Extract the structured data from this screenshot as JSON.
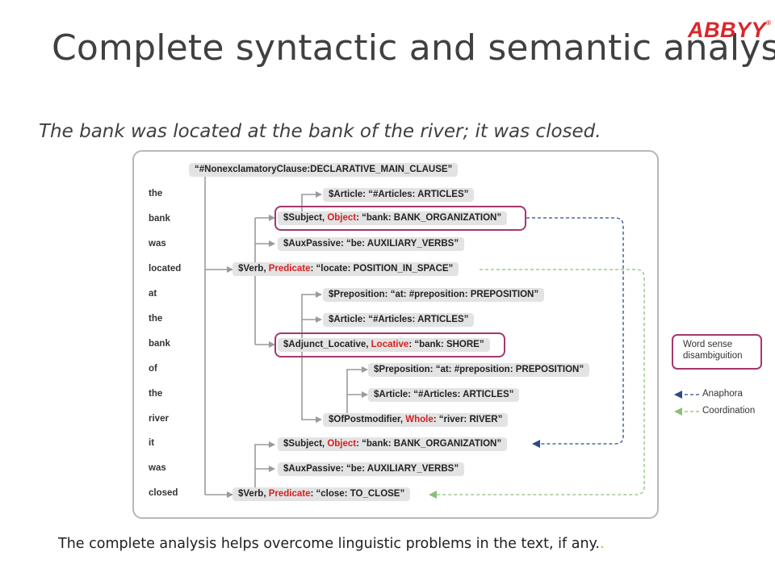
{
  "title": "Complete syntactic and semantic analysis",
  "logo": "ABBYY",
  "subtitle": "The bank was located at the bank of the river; it was closed.",
  "footer": "The complete analysis helps overcome linguistic problems in the text, if any.",
  "footer_dot": ".",
  "words": [
    "the",
    "bank",
    "was",
    "located",
    "at",
    "the",
    "bank",
    "of",
    "the",
    "river",
    "it",
    "was",
    "closed"
  ],
  "nodes": {
    "root": "“#NonexclamatoryClause:DECLARATIVE_MAIN_CLAUSE”",
    "n1": {
      "a": "$Article: ",
      "b": "",
      "c": "“#Articles: ARTICLES”"
    },
    "n2": {
      "a": "$Subject, ",
      "b": "Object",
      "c": ": “bank: BANK_ORGANIZATION”"
    },
    "n3": {
      "a": "$AuxPassive: ",
      "b": "",
      "c": "“be: AUXILIARY_VERBS”"
    },
    "n4": {
      "a": "$Verb, ",
      "b": "Predicate",
      "c": ": “locate: POSITION_IN_SPACE”"
    },
    "n5": {
      "a": "$Preposition: ",
      "b": "",
      "c": "“at: #preposition: PREPOSITION”"
    },
    "n6": {
      "a": "$Article: ",
      "b": "",
      "c": "“#Articles: ARTICLES”"
    },
    "n7": {
      "a": "$Adjunct_Locative, ",
      "b": "Locative",
      "c": ": “bank: SHORE”"
    },
    "n8": {
      "a": "$Preposition: ",
      "b": "",
      "c": "“at: #preposition: PREPOSITION”"
    },
    "n9": {
      "a": "$Article: ",
      "b": "",
      "c": "“#Articles: ARTICLES”"
    },
    "n10": {
      "a": "$OfPostmodifier, ",
      "b": "Whole",
      "c": ": “river: RIVER”"
    },
    "n11": {
      "a": "$Subject, ",
      "b": "Object",
      "c": ": “bank: BANK_ORGANIZATION”"
    },
    "n12": {
      "a": "$AuxPassive: ",
      "b": "",
      "c": "“be: AUXILIARY_VERBS”"
    },
    "n13": {
      "a": "$Verb, ",
      "b": "Predicate",
      "c": ": “close: TO_CLOSE”"
    }
  },
  "legend": {
    "wsd": "Word sense disambiguition",
    "anaphora": "Anaphora",
    "coordination": "Coordination"
  },
  "colors": {
    "highlight": "#a3386d",
    "anaphora": "#2b4a8c",
    "coordination": "#8cbf7a",
    "label_red": "#d42020",
    "logo": "#d9262a"
  }
}
